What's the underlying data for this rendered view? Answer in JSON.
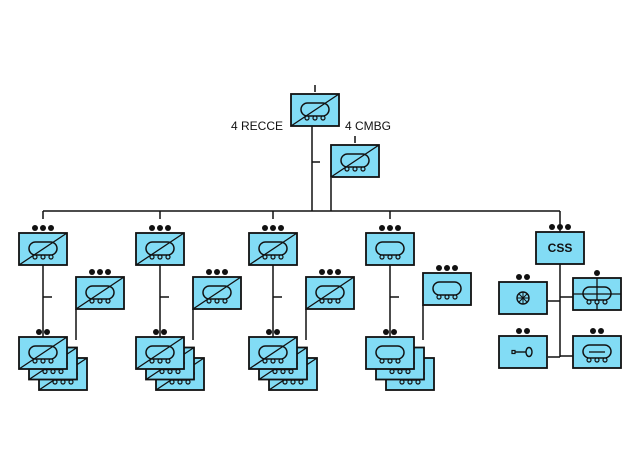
{
  "diagram": {
    "title": "",
    "type": "military-organization-chart",
    "colors": {
      "unit_fill": "#82dcf5",
      "stroke": "#111111",
      "background": "#ffffff"
    },
    "labels": {
      "hq_label": "4 RECCE",
      "cmbg_label": "4 CMBG",
      "css_label": "CSS"
    },
    "hq": {
      "name": "4 RECCE",
      "echelon": "I",
      "symbol": "armoured-reconnaissance"
    },
    "attached": {
      "name": "4 CMBG",
      "echelon": "I",
      "symbol": "armoured-reconnaissance"
    },
    "squadrons": [
      {
        "echelon": "•••",
        "symbol": "armoured-reconnaissance",
        "hq_element": {
          "echelon": "•••",
          "symbol": "armoured-reconnaissance"
        },
        "troops": {
          "echelon": "••",
          "symbol": "armoured-reconnaissance",
          "count": 3
        }
      },
      {
        "echelon": "•••",
        "symbol": "armoured-reconnaissance",
        "hq_element": {
          "echelon": "•••",
          "symbol": "armoured-reconnaissance"
        },
        "troops": {
          "echelon": "••",
          "symbol": "armoured-reconnaissance",
          "count": 3
        }
      },
      {
        "echelon": "•••",
        "symbol": "armoured-reconnaissance",
        "hq_element": {
          "echelon": "•••",
          "symbol": "armoured-reconnaissance"
        },
        "troops": {
          "echelon": "••",
          "symbol": "armoured-reconnaissance",
          "count": 3
        }
      },
      {
        "echelon": "•••",
        "symbol": "armoured",
        "hq_element": {
          "echelon": "•••",
          "symbol": "armoured"
        },
        "troops": {
          "echelon": "••",
          "symbol": "armoured",
          "count": 3
        }
      }
    ],
    "css": {
      "echelon": "•••",
      "label": "CSS",
      "subunits": [
        {
          "echelon": "••",
          "symbol": "maintenance-wheel"
        },
        {
          "echelon": "•",
          "symbol": "armoured-medical"
        },
        {
          "echelon": "••",
          "symbol": "maintenance-key"
        },
        {
          "echelon": "••",
          "symbol": "armoured-recovery"
        }
      ]
    }
  }
}
